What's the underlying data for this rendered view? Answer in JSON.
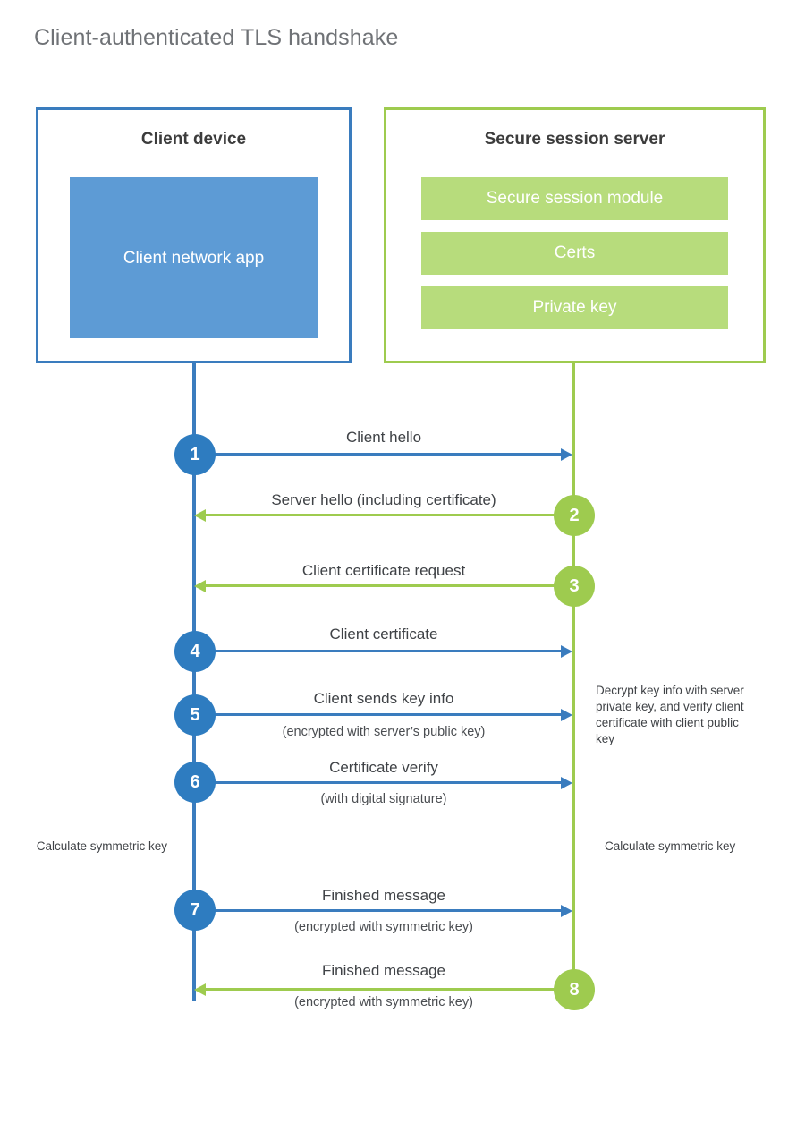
{
  "title": "Client-authenticated TLS handshake",
  "colors": {
    "blue_line": "#3a7cbe",
    "blue_fill": "#5d9bd5",
    "blue_circle": "#2e7cc0",
    "green_line": "#9ecb4f",
    "green_fill": "#b7dc7c",
    "title_text": "#6f7276",
    "body_text": "#3f4246"
  },
  "client": {
    "title": "Client device",
    "app_label": "Client network app"
  },
  "server": {
    "title": "Secure session server",
    "modules": [
      {
        "label": "Secure session module"
      },
      {
        "label": "Certs"
      },
      {
        "label": "Private key"
      }
    ]
  },
  "steps": [
    {
      "number": "1",
      "label": "Client hello",
      "sublabel": "",
      "direction": "client-to-server",
      "color": "blue"
    },
    {
      "number": "2",
      "label": "Server hello (including certificate)",
      "sublabel": "",
      "direction": "server-to-client",
      "color": "green"
    },
    {
      "number": "3",
      "label": "Client certificate request",
      "sublabel": "",
      "direction": "server-to-client",
      "color": "green"
    },
    {
      "number": "4",
      "label": "Client certificate",
      "sublabel": "",
      "direction": "client-to-server",
      "color": "blue"
    },
    {
      "number": "5",
      "label": "Client sends key info",
      "sublabel": "(encrypted with server’s public key)",
      "direction": "client-to-server",
      "color": "blue"
    },
    {
      "number": "6",
      "label": "Certificate verify",
      "sublabel": "(with digital signature)",
      "direction": "client-to-server",
      "color": "blue"
    },
    {
      "number": "7",
      "label": "Finished message",
      "sublabel": "(encrypted with symmetric key)",
      "direction": "client-to-server",
      "color": "blue"
    },
    {
      "number": "8",
      "label": "Finished message",
      "sublabel": "(encrypted with symmetric key)",
      "direction": "server-to-client",
      "color": "green"
    }
  ],
  "notes": {
    "server_decrypt": "Decrypt key info with server private key, and verify client certificate with client public key",
    "client_calculate": "Calculate symmetric key",
    "server_calculate": "Calculate symmetric key"
  }
}
